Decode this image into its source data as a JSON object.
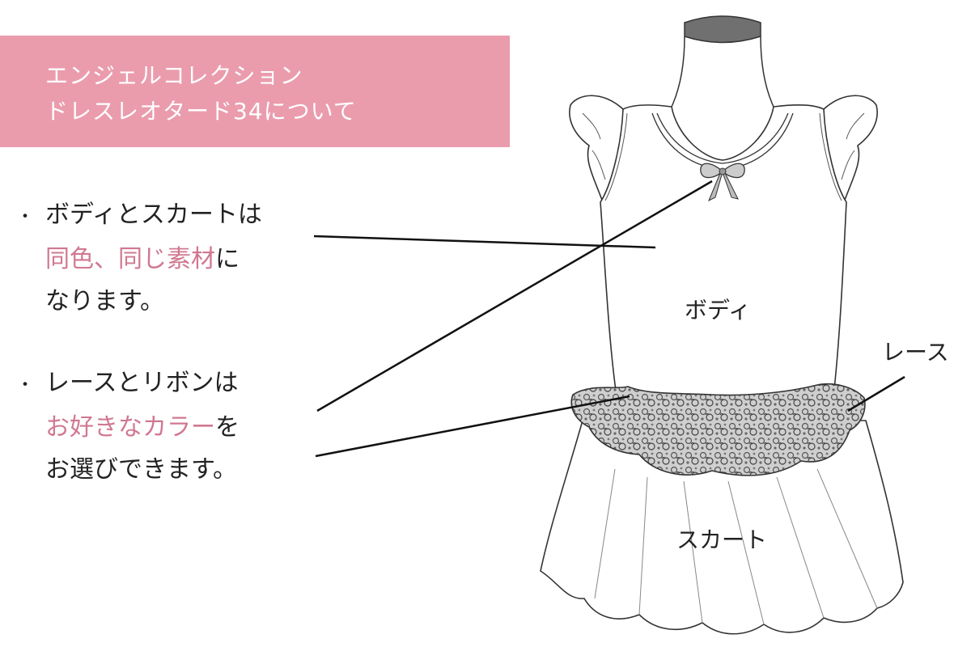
{
  "title": {
    "line1": "エンジェルコレクション",
    "line2": "ドレスレオタード34について"
  },
  "bullets": [
    {
      "marker": "・",
      "lines": [
        {
          "parts": [
            {
              "text": "ボディとスカートは",
              "highlight": false
            }
          ]
        },
        {
          "parts": [
            {
              "text": "同色、同じ素材",
              "highlight": true
            },
            {
              "text": "に",
              "highlight": false
            }
          ]
        },
        {
          "parts": [
            {
              "text": "なります。",
              "highlight": false
            }
          ]
        }
      ]
    },
    {
      "marker": "・",
      "lines": [
        {
          "parts": [
            {
              "text": "レースとリボンは",
              "highlight": false
            }
          ]
        },
        {
          "parts": [
            {
              "text": "お好きなカラー",
              "highlight": true
            },
            {
              "text": "を",
              "highlight": false
            }
          ]
        },
        {
          "parts": [
            {
              "text": "お選びできます。",
              "highlight": false
            }
          ]
        }
      ]
    }
  ],
  "labels": {
    "body": "ボディ",
    "lace": "レース",
    "skirt": "スカート"
  },
  "colors": {
    "banner": "#ea9cad",
    "highlight_text": "#d07891",
    "line": "#111111",
    "neck_band": "#555555"
  }
}
